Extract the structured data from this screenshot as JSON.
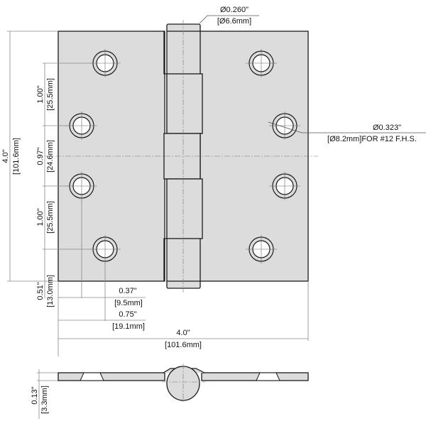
{
  "drawing": {
    "subject": "Square door hinge dimensional drawing",
    "colors": {
      "plate_fill": "#dcdcdc",
      "line": "#1a1a1a",
      "dim_line": "#888888",
      "background": "#ffffff"
    }
  },
  "callouts": {
    "pin_diameter": {
      "inch": "Ø0.260\"",
      "mm": "[Ø6.6mm]"
    },
    "screw_hole": {
      "inch": "Ø0.323\"",
      "mm": "[Ø8.2mm]FOR #12 F.H.S."
    }
  },
  "dimensions": {
    "overall_height": {
      "inch": "4.0\"",
      "mm": "[101.6mm]"
    },
    "overall_width": {
      "inch": "4.0\"",
      "mm": "[101.6mm]"
    },
    "hole_spacing_top": {
      "inch": "1.00\"",
      "mm": "[25.5mm]"
    },
    "hole_spacing_middle": {
      "inch": "0.97\"",
      "mm": "[24.6mm]"
    },
    "hole_spacing_bottom": {
      "inch": "1.00\"",
      "mm": "[25.5mm]"
    },
    "bottom_hole_offset": {
      "inch": "0.51\"",
      "mm": "[13.0mm]"
    },
    "inner_hole_edge_offset": {
      "inch": "0.37\"",
      "mm": "[9.5mm]"
    },
    "outer_hole_edge_offset": {
      "inch": "0.75\"",
      "mm": "[19.1mm]"
    },
    "leaf_thickness": {
      "inch": "0.13\"",
      "mm": "[3.3mm]"
    }
  }
}
